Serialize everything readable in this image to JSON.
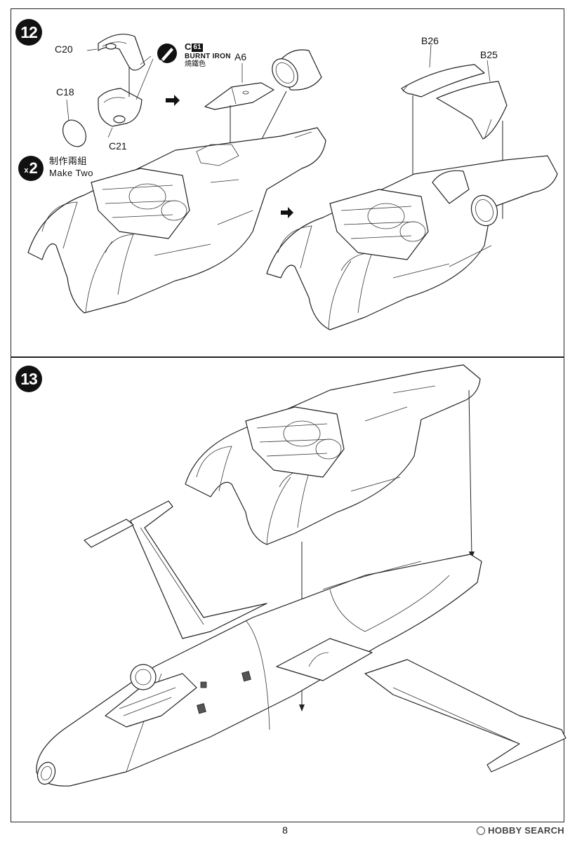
{
  "steps": {
    "step12": {
      "number": "12",
      "parts": {
        "c20": "C20",
        "c18": "C18",
        "c21": "C21",
        "a6": "A6",
        "b26": "B26",
        "b25": "B25"
      },
      "paint": {
        "code_letter": "C",
        "code_number": "61",
        "name": "BURNT IRON",
        "name_cn": "燒鐵色"
      },
      "multiplier": {
        "x": "x",
        "count": "2",
        "cn": "制作兩組",
        "en": "Make Two"
      }
    },
    "step13": {
      "number": "13"
    }
  },
  "page_number": "8",
  "watermark": "HOBBY SEARCH"
}
